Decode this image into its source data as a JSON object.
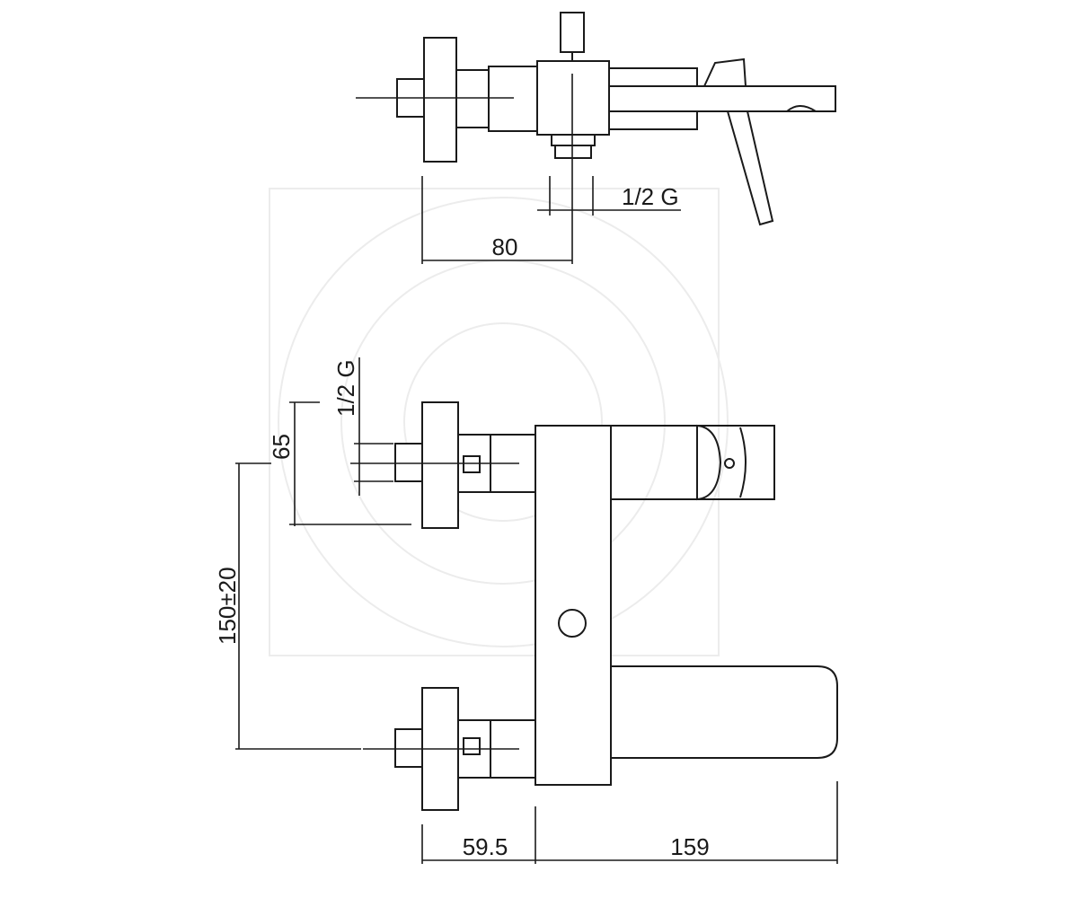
{
  "colors": {
    "line": "#1a1a1a",
    "background": "#ffffff",
    "watermark": "#ececec"
  },
  "dimensions": {
    "top_width": "80",
    "top_thread": "1/2 G",
    "side_thread": "1/2 G",
    "side_offset": "65",
    "center_distance": "150±20",
    "bottom_left": "59.5",
    "bottom_right": "159"
  }
}
